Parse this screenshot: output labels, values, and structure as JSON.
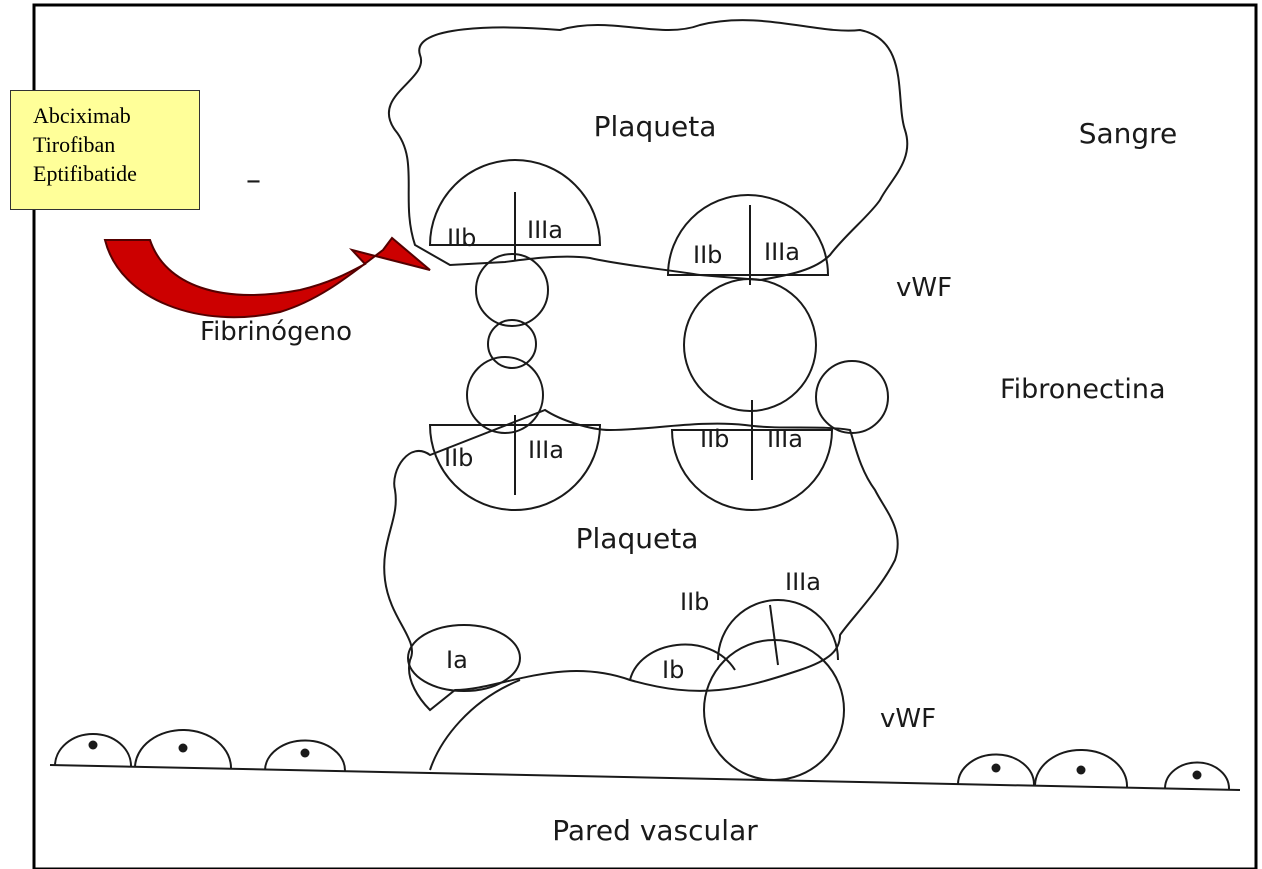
{
  "drug_box": {
    "lines": [
      "Abciximab",
      "Tirofiban",
      "Eptifibatide"
    ],
    "dash": "–"
  },
  "labels": {
    "platelet_top": "Plaqueta",
    "platelet_bottom": "Plaqueta",
    "blood": "Sangre",
    "vwf_top": "vWF",
    "vwf_bottom": "vWF",
    "fibrinogen": "Fibrinógeno",
    "fibronectin": "Fibronectina",
    "vessel_wall": "Pared vascular",
    "iib": "IIb",
    "iiia": "IIIa",
    "ia": "Ia",
    "ib": "Ib"
  },
  "colors": {
    "arrow_fill": "#cc0000",
    "callout_fill": "#ffff99",
    "line": "#1a1a1a"
  }
}
